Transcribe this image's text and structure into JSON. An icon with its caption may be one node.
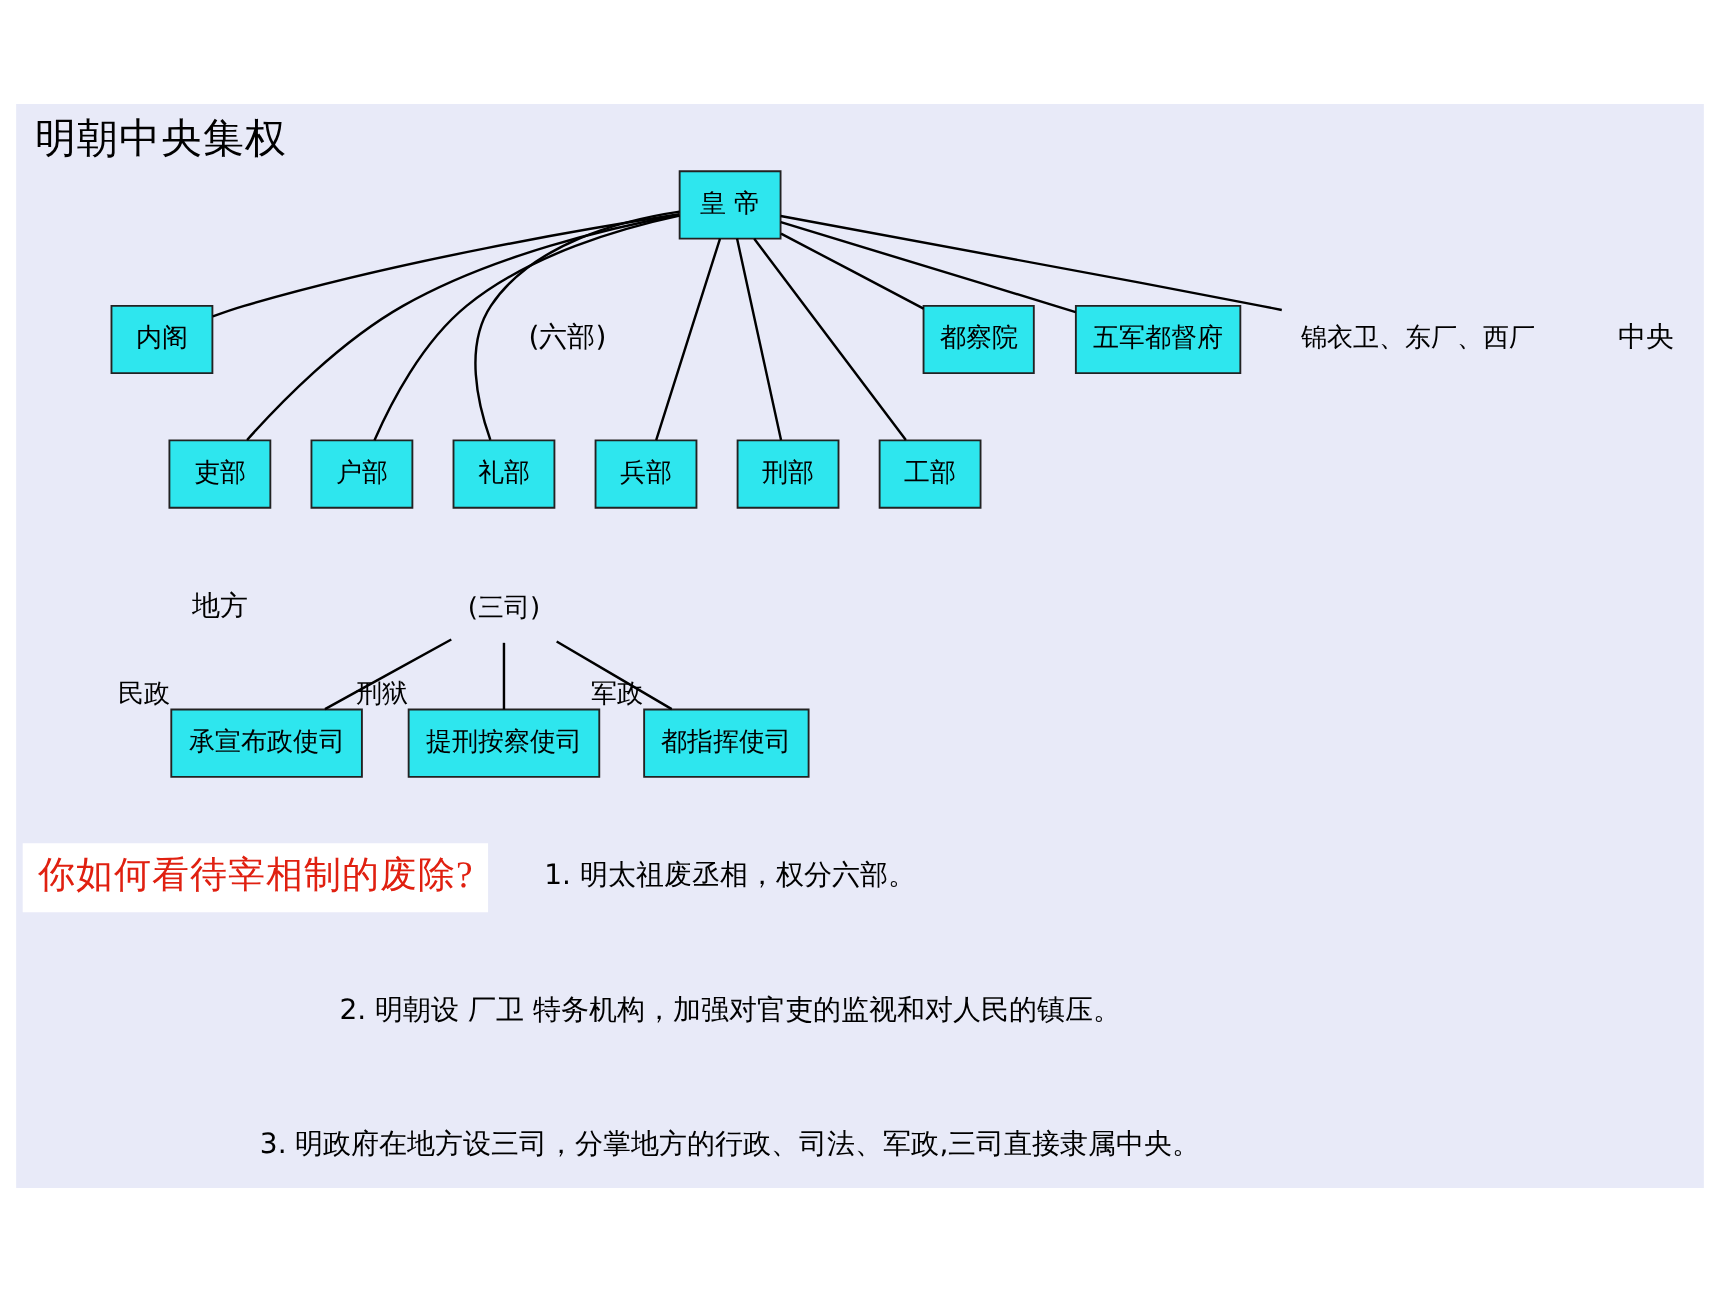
{
  "diagram": {
    "title": "明朝中央集权",
    "nodes": [
      {
        "text": [
          "皇 帝"
        ]
      },
      {
        "text": [
          "内阁"
        ]
      },
      {
        "text": [
          "吏部"
        ]
      },
      {
        "text": [
          "户部"
        ]
      },
      {
        "text": [
          "礼部"
        ]
      },
      {
        "text": [
          "兵部"
        ]
      },
      {
        "text": [
          "刑部"
        ]
      },
      {
        "text": [
          "工部"
        ]
      },
      {
        "text": [
          "都察院"
        ]
      },
      {
        "text": [
          "五军都督府"
        ]
      },
      {
        "text": [
          "锦衣卫、东厂、西厂"
        ]
      },
      {
        "text": [
          "(三司)"
        ]
      },
      {
        "text": [
          "承宣布政使司"
        ],
        "beside": [
          "民政"
        ]
      },
      {
        "text": [
          "提刑按察使司"
        ],
        "beside": [
          "刑狱"
        ]
      },
      {
        "text": [
          "都指挥使司"
        ],
        "beside": [
          "军政"
        ]
      },
      {
        "text": [
          "你如何看待宰相制的废除?"
        ]
      }
    ],
    "edges": [
      {
        "from": 0,
        "to": 1,
        "arrow": "none"
      },
      {
        "from": 0,
        "to": 2,
        "arrow": "none"
      },
      {
        "from": 0,
        "to": 3,
        "arrow": "none"
      },
      {
        "from": 0,
        "to": 4,
        "arrow": "none"
      },
      {
        "from": 0,
        "to": 5,
        "arrow": "none"
      },
      {
        "from": 0,
        "to": 6,
        "arrow": "none"
      },
      {
        "from": 0,
        "to": 7,
        "arrow": "none"
      },
      {
        "from": 0,
        "to": 8,
        "arrow": "none"
      },
      {
        "from": 0,
        "to": 9,
        "arrow": "none"
      },
      {
        "from": 0,
        "to": 10,
        "arrow": "none"
      },
      {
        "from": 11,
        "to": 12,
        "arrow": "none"
      },
      {
        "from": 11,
        "to": 13,
        "arrow": "none"
      },
      {
        "from": 11,
        "to": 14,
        "arrow": "none"
      }
    ],
    "labels": [
      "中央",
      "(六部)",
      "地方",
      "1. 明太祖废丞相，权分六部。",
      "2. 明朝设 厂卫 特务机构，加强对官吏的监视和对人民的镇压。",
      "3. 明政府在地方设三司，分掌地方的行政、司法、军政,三司直接隶属中央。"
    ]
  }
}
